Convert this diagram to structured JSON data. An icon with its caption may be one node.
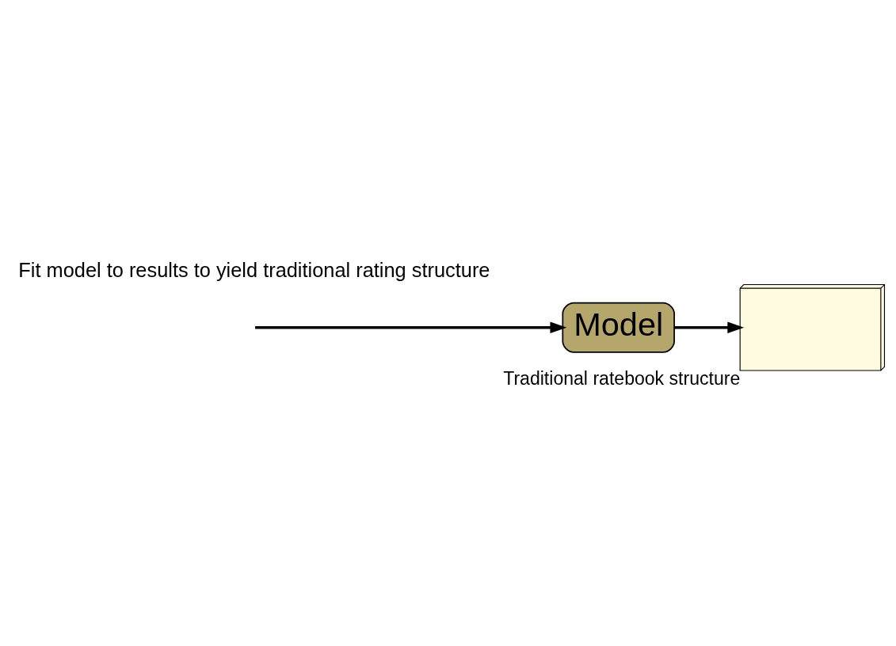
{
  "diagram": {
    "nodes": [
      {
        "text": [
          "Model"
        ]
      },
      {
        "text": [],
        "shape": "box",
        "beside": [
          "Traditional ratebook structure"
        ]
      }
    ],
    "edges": [
      {
        "from": null,
        "to": 0,
        "arrow": "to"
      },
      {
        "from": 0,
        "to": 1,
        "arrow": "to"
      }
    ],
    "labels": [
      "Fit model to results to yield traditional rating structure"
    ]
  }
}
